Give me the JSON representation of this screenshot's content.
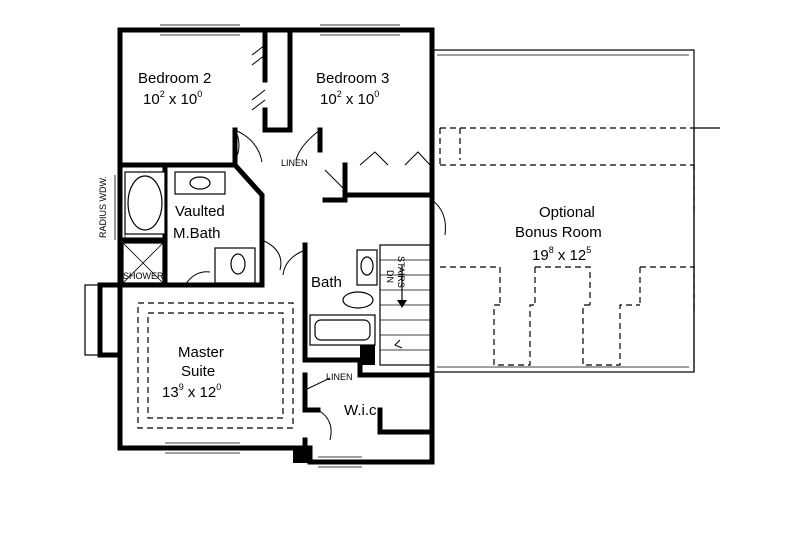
{
  "rooms": {
    "bedroom2": {
      "name": "Bedroom 2",
      "dim_w": "10",
      "dim_w_sup": "2",
      "dim_sep": " x ",
      "dim_h": "10",
      "dim_h_sup": "0"
    },
    "bedroom3": {
      "name": "Bedroom 3",
      "dim_w": "10",
      "dim_w_sup": "2",
      "dim_sep": " x ",
      "dim_h": "10",
      "dim_h_sup": "0"
    },
    "bonus": {
      "name_line1": "Optional",
      "name_line2": "Bonus Room",
      "dim_w": "19",
      "dim_w_sup": "8",
      "dim_sep": " x ",
      "dim_h": "12",
      "dim_h_sup": "5"
    },
    "master": {
      "name_line1": "Master",
      "name_line2": "Suite",
      "dim_w": "13",
      "dim_w_sup": "9",
      "dim_sep": " x ",
      "dim_h": "12",
      "dim_h_sup": "0"
    },
    "mbath": {
      "name_line1": "Vaulted",
      "name_line2": "M.Bath"
    },
    "bath": {
      "name": "Bath"
    },
    "wic": {
      "name": "W.i.c."
    }
  },
  "labels": {
    "linen_top": "LINEN",
    "linen_bottom": "LINEN",
    "shower": "SHOWER",
    "radius_window": "RADIUS WDW.",
    "stairs": "STAIRS",
    "stairs_dir": "DN"
  }
}
